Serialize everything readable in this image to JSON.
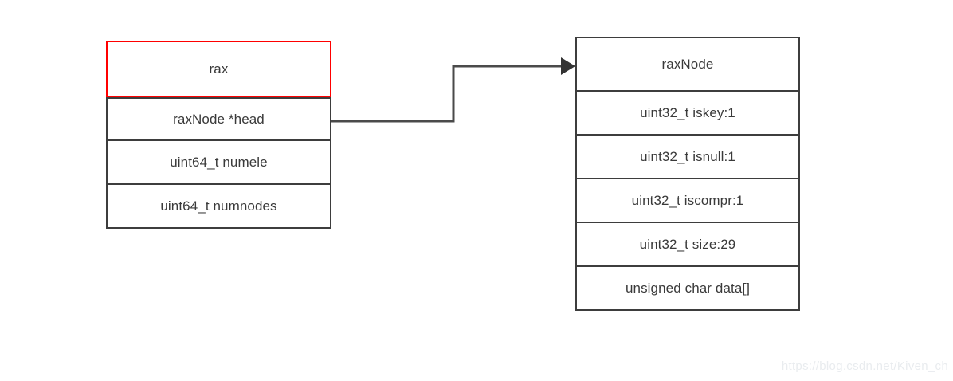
{
  "diagram": {
    "title": "rax and raxNode struct layout",
    "background_color": "#ffffff",
    "border_color": "#3d3d3d",
    "highlight_color": "#ff0000",
    "text_color": "#3a3a3a",
    "connector_color": "#4a4a4a"
  },
  "structs": [
    {
      "id": "rax",
      "header": "rax",
      "header_highlighted": true,
      "fields": [
        "raxNode *head",
        "uint64_t numele",
        "uint64_t numnodes"
      ]
    },
    {
      "id": "raxNode",
      "header": "raxNode",
      "header_highlighted": false,
      "fields": [
        "uint32_t iskey:1",
        "uint32_t isnull:1",
        "uint32_t iscompr:1",
        "uint32_t size:29",
        "unsigned char data[]"
      ]
    }
  ],
  "connector": {
    "from": "rax.raxNode *head",
    "to": "raxNode",
    "arrow": "arrow-right-icon"
  },
  "watermark": {
    "text": "https://blog.csdn.net/Kiven_ch"
  }
}
